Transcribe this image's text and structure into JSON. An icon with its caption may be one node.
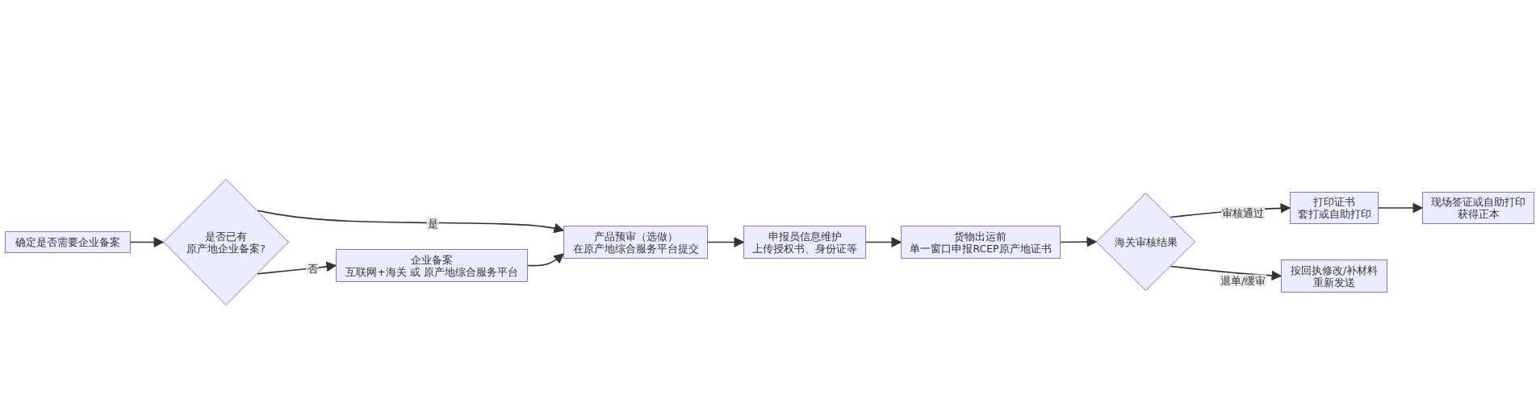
{
  "diagram": {
    "nodes": [
      {
        "text": [
          "确定是否需要企业备案"
        ]
      },
      {
        "text": [
          "是否已有原产地企业备案?"
        ]
      },
      {
        "text": [
          "企业备案互联网+海关 或 原产地综合服务平台"
        ]
      },
      {
        "text": [
          "产品预审（选做）在原产地综合服务平台提交"
        ]
      },
      {
        "text": [
          "申报员信息维护上传授权书、身份证等"
        ]
      },
      {
        "text": [
          "货物出运前单一窗口申报RCEP原产地证书"
        ]
      },
      {
        "text": [
          "海关审核结果"
        ]
      },
      {
        "text": [
          "打印证书套打或自助打印"
        ]
      },
      {
        "text": [
          "现场签证或自助打印获得正本"
        ]
      },
      {
        "text": [
          "按回执修改/补材料重新发送"
        ]
      }
    ],
    "edges": [
      {
        "from": 0,
        "to": 1,
        "arrow": "to"
      },
      {
        "from": 1,
        "to": 3,
        "arrow": "to",
        "label": "是"
      },
      {
        "from": 1,
        "to": 2,
        "arrow": "to",
        "label": "否"
      },
      {
        "from": 2,
        "to": 3,
        "arrow": "to"
      },
      {
        "from": 3,
        "to": 4,
        "arrow": "to"
      },
      {
        "from": 4,
        "to": 5,
        "arrow": "to"
      },
      {
        "from": 5,
        "to": 6,
        "arrow": "to"
      },
      {
        "from": 6,
        "to": 7,
        "arrow": "to",
        "label": "审核通过"
      },
      {
        "from": 7,
        "to": 8,
        "arrow": "to"
      },
      {
        "from": 6,
        "to": 9,
        "arrow": "to",
        "label": "退单/缓审"
      }
    ]
  }
}
